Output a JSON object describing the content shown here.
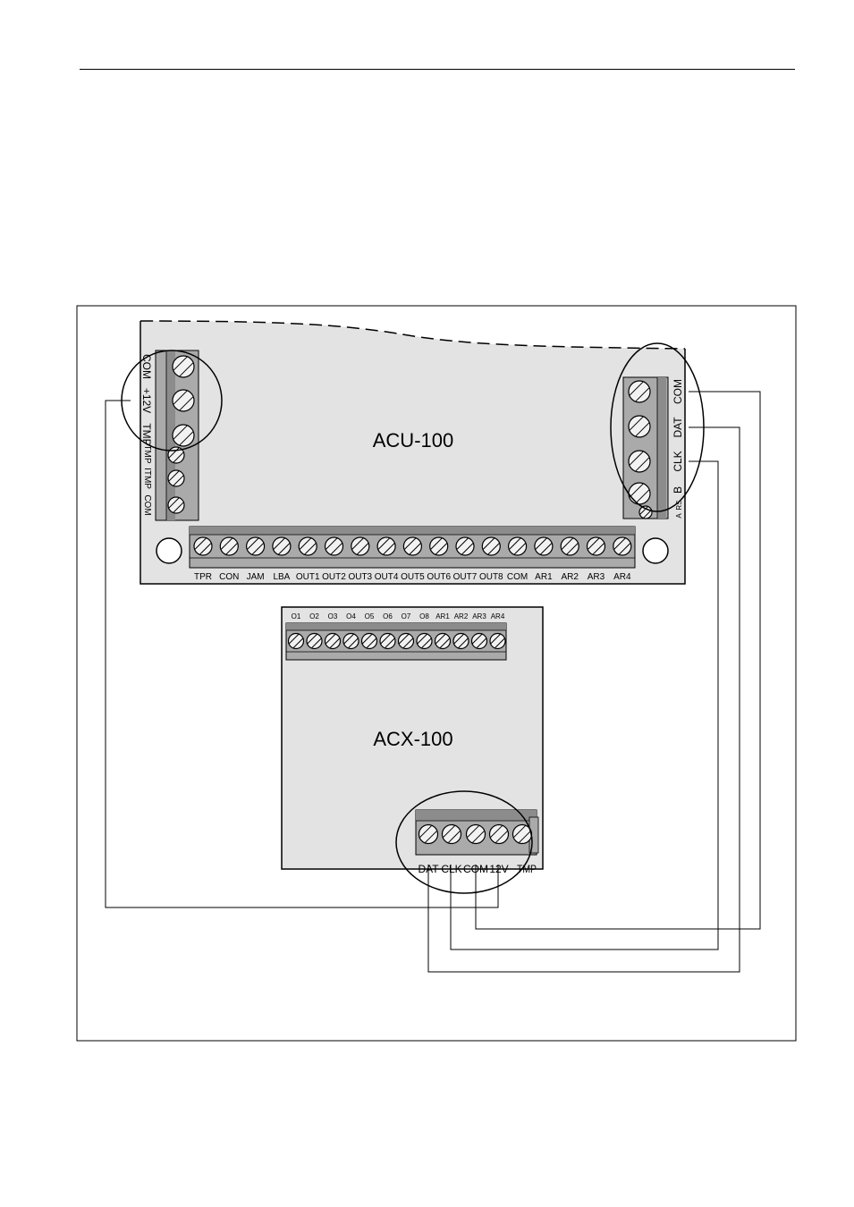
{
  "colors": {
    "board": "#e3e3e3",
    "terminal_block": "#aaaaaa",
    "terminal_stripe": "#8c8c8c",
    "screw": "#f2f2f2",
    "line": "#000000"
  },
  "acu": {
    "title": "ACU-100",
    "left_top_labels": [
      "COM",
      "+12V",
      "TMP"
    ],
    "left_bottom_labels": [
      "TMP",
      "ITMP",
      "COM"
    ],
    "right_labels": [
      "COM",
      "DAT",
      "CLK",
      "B"
    ],
    "right_small_labels": [
      "A",
      "RS"
    ],
    "bottom_labels": [
      "TPR",
      "CON",
      "JAM",
      "LBA",
      "OUT1",
      "OUT2",
      "OUT3",
      "OUT4",
      "OUT5",
      "OUT6",
      "OUT7",
      "OUT8",
      "COM",
      "AR1",
      "AR2",
      "AR3",
      "AR4"
    ]
  },
  "acx": {
    "title": "ACX-100",
    "top_labels": [
      "O1",
      "O2",
      "O3",
      "O4",
      "O5",
      "O6",
      "O7",
      "O8",
      "AR1",
      "AR2",
      "AR3",
      "AR4"
    ],
    "bottom_labels": [
      "DAT",
      "CLK",
      "COM",
      "12V",
      "TMP"
    ]
  }
}
